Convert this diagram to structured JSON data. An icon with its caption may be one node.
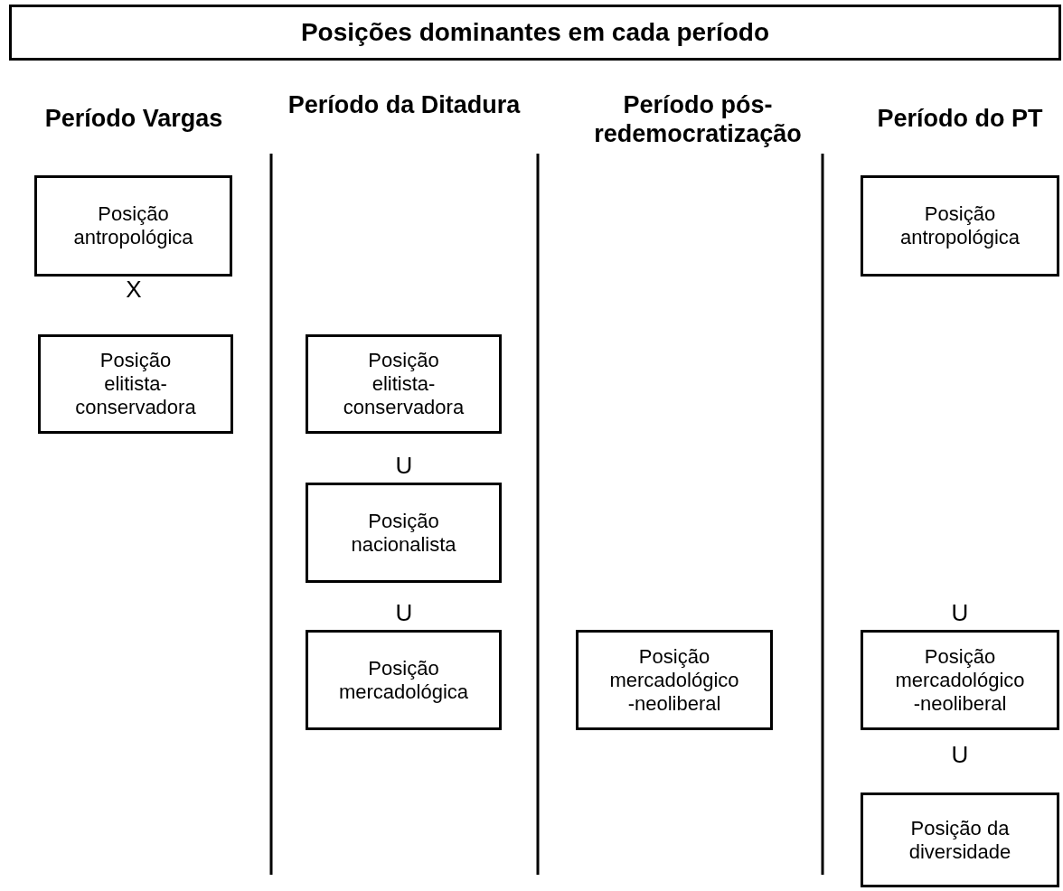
{
  "diagram": {
    "title": "Posições dominantes em cada período",
    "nodes": [
      {
        "text": [
          "Posição antropológica"
        ]
      },
      {
        "text": [
          "Posição elitista- conservadora"
        ]
      },
      {
        "text": [
          "Posição elitista- conservadora"
        ]
      },
      {
        "text": [
          "Posição nacionalista"
        ]
      },
      {
        "text": [
          "Posição mercadológica"
        ]
      },
      {
        "text": [
          "Posição mercadológico -neoliberal"
        ]
      },
      {
        "text": [
          "Posição antropológica"
        ]
      },
      {
        "text": [
          "Posição mercadológico -neoliberal"
        ]
      },
      {
        "text": [
          "Posição da diversidade"
        ]
      }
    ],
    "labels": [
      "Período Vargas",
      "Período da Ditadura",
      "Período pós- redemocratização",
      "Período do PT",
      "X",
      "U",
      "U",
      "U",
      "U"
    ]
  }
}
